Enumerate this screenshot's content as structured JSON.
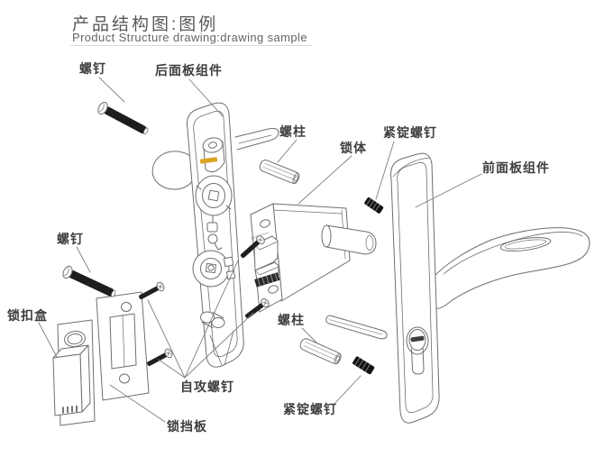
{
  "header": {
    "title_cn": "产品结构图:图例",
    "title_en": "Product Structure drawing:drawing sample"
  },
  "diagram": {
    "labels": [
      {
        "id": "screw-top",
        "text": "螺钉"
      },
      {
        "id": "rear-panel-assembly",
        "text": "后面板组件"
      },
      {
        "id": "stud-top",
        "text": "螺柱"
      },
      {
        "id": "lock-body",
        "text": "锁体"
      },
      {
        "id": "set-screw-top",
        "text": "紧锭螺钉"
      },
      {
        "id": "front-panel-assembly",
        "text": "前面板组件"
      },
      {
        "id": "screw-mid",
        "text": "螺钉"
      },
      {
        "id": "catch-box",
        "text": "锁扣盒"
      },
      {
        "id": "stud-bottom",
        "text": "螺柱"
      },
      {
        "id": "self-tapping-screw",
        "text": "自攻螺钉"
      },
      {
        "id": "set-screw-bottom",
        "text": "紧锭螺钉"
      },
      {
        "id": "strike-plate",
        "text": "锁挡板"
      }
    ],
    "colors": {
      "line": "#6e6e6e",
      "dark_part": "#1d1d1d",
      "brand_mark": "#d9a520",
      "label_text": "#3e3e3e"
    }
  }
}
